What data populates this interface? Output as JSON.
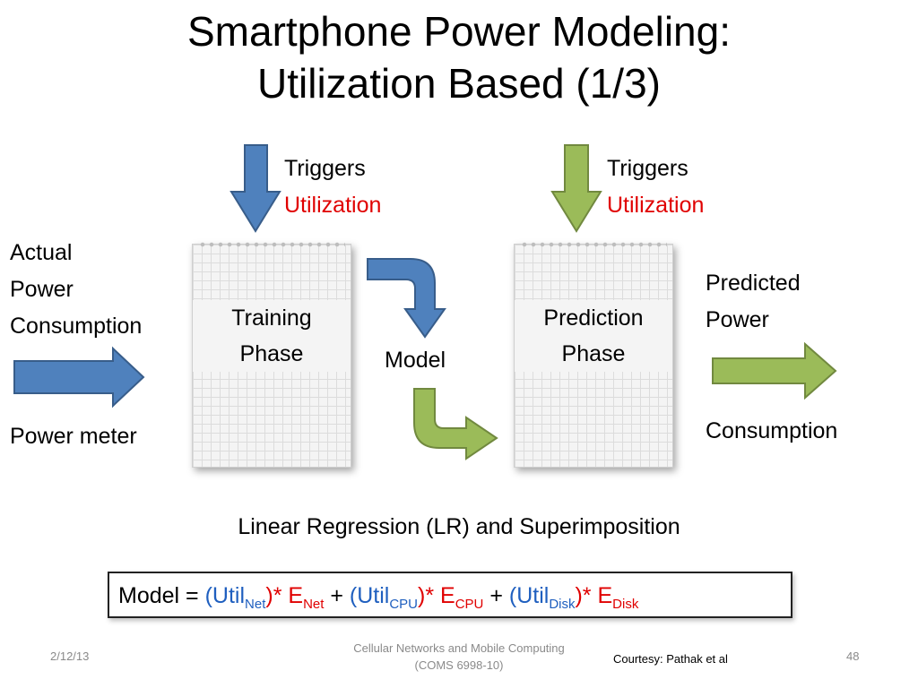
{
  "slide": {
    "title_line1": "Smartphone Power Modeling:",
    "title_line2": "Utilization Based (1/3)",
    "left_triggers": {
      "line1": "Triggers",
      "line2": "Utilization"
    },
    "right_triggers": {
      "line1": "Triggers",
      "line2": "Utilization"
    },
    "actual_power": {
      "line1": "Actual",
      "line2": "Power",
      "line3": "Consumption"
    },
    "power_meter": "Power meter",
    "training_phase": {
      "line1": "Training",
      "line2": "Phase"
    },
    "prediction_phase": {
      "line1": "Prediction",
      "line2": "Phase"
    },
    "model_label": "Model",
    "predicted_power": {
      "line1": "Predicted",
      "line2": "Power"
    },
    "consumption": "Consumption",
    "regression_caption": "Linear Regression (LR) and Superimposition",
    "formula": {
      "prefix": "Model = ",
      "open1": "(Util",
      "sub_net": "Net",
      "close1": ")* E",
      "e_net": "Net",
      "plus1": " + ",
      "open2": "(Util",
      "sub_cpu": "CPU",
      "close2": ")* E",
      "e_cpu": "CPU",
      "plus2": " + ",
      "open3": "(Util",
      "sub_disk": "Disk",
      "close3": ")* E",
      "e_disk": "Disk"
    },
    "footer": {
      "date": "2/12/13",
      "course_line1": "Cellular Networks and Mobile Computing",
      "course_line2": "(COMS 6998-10)",
      "courtesy": "Courtesy: Pathak et al",
      "page": "48"
    },
    "colors": {
      "blue_arrow": "#4f81bd",
      "green_arrow": "#9bbb59",
      "red_text": "#e00000",
      "blue_text": "#1f5fbf"
    }
  }
}
